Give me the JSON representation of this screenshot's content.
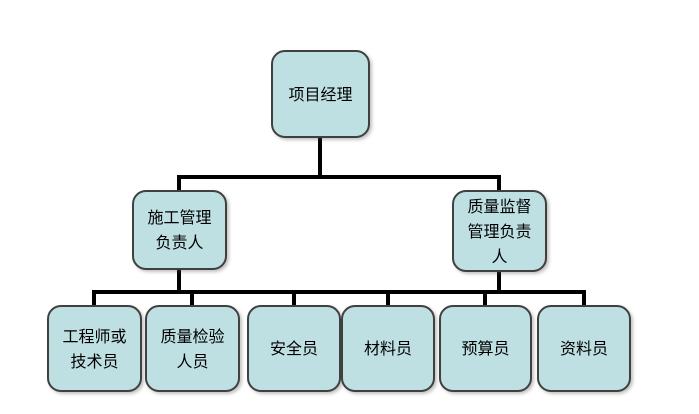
{
  "org_chart": {
    "type": "org-chart",
    "colors": {
      "background": "#ffffff",
      "node_fill": "#bfe0e3",
      "node_border": "#404040",
      "connector_line": "#000000",
      "text": "#000000"
    },
    "root": {
      "id": "project-manager",
      "label": "项目经理"
    },
    "level2": [
      {
        "id": "construction-manager",
        "label": "施工管理\n负责人",
        "parent": "项目经理"
      },
      {
        "id": "quality-supervision-manager",
        "label": "质量监督\n管理负责\n人",
        "parent": "项目经理"
      }
    ],
    "level3": [
      {
        "id": "engineer-or-technician",
        "label": "工程师或\n技术员"
      },
      {
        "id": "quality-inspection-staff",
        "label": "质量检验\n人员"
      },
      {
        "id": "safety-officer",
        "label": "安全员"
      },
      {
        "id": "material-officer",
        "label": "材料员"
      },
      {
        "id": "budget-officer",
        "label": "预算员"
      },
      {
        "id": "document-officer",
        "label": "资料员"
      }
    ]
  }
}
